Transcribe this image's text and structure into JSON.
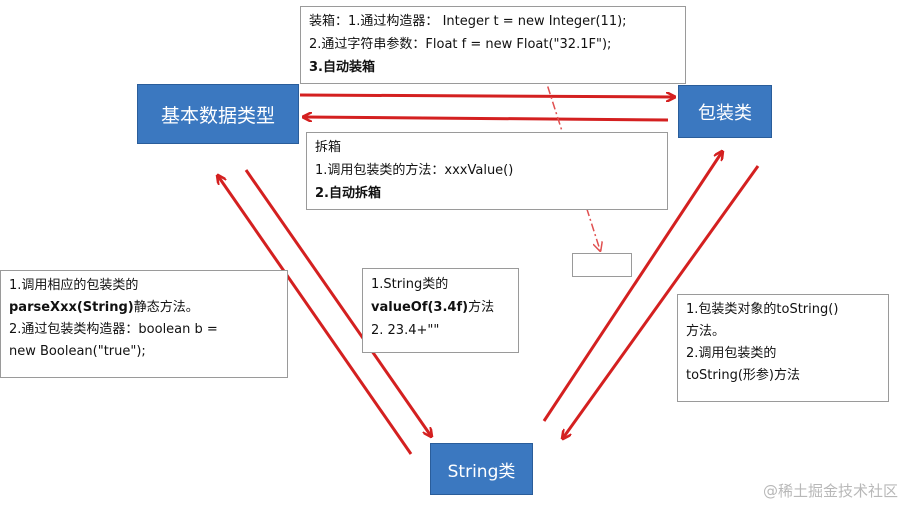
{
  "nodes": {
    "primitive": "基本数据类型",
    "wrapper": "包装类",
    "string": "String类"
  },
  "boxing_note": {
    "title": "装箱：",
    "line1_prefix": "1.通过构造器：",
    "line1_code": "Integer t = new Integer(11);",
    "line2_prefix": "2.通过字符串参数：",
    "line2_code": "Float f = new Float(\"32.1F\");",
    "line3": "3.自动装箱"
  },
  "unboxing_note": {
    "title": "拆箱",
    "line1": "1.调用包装类的方法：xxxValue()",
    "line2": "2.自动拆箱"
  },
  "string_to_primitive_note": {
    "line1": "1.调用相应的包装类的",
    "line2_bold": "parseXxx(String)",
    "line2_rest": "静态方法。",
    "line3": "2.通过包装类构造器：boolean b =",
    "line4": "new Boolean(\"true\");"
  },
  "primitive_to_string_note": {
    "line1": "1.String类的",
    "line2_bold": "valueOf(3.4f)",
    "line2_rest": "方法",
    "line3": "2. 23.4+\"\""
  },
  "wrapper_to_string_note": {
    "line1": "1.包装类对象的toString()",
    "line2": "方法。",
    "line3": "2.调用包装类的",
    "line4": "toString(形参)方法"
  },
  "watermark": "@稀土掘金技术社区",
  "colors": {
    "node_fill": "#3b78c0",
    "arrow": "#d42020",
    "dashdot": "#e05050"
  }
}
